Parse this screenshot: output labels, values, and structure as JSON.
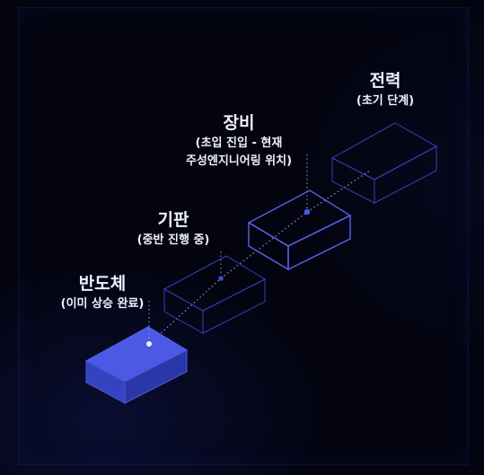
{
  "colors": {
    "background": "#03040f",
    "box_stroke": "#3a47c8",
    "box_fill_active_top": "#4c5ae6",
    "box_fill_active_side": "#3846c4",
    "connector": "#8e96d8",
    "text": "#eef0ff"
  },
  "stages": [
    {
      "title": "반도체",
      "subtitle_lines": [
        "(이미 상승 완료)"
      ],
      "active": true
    },
    {
      "title": "기판",
      "subtitle_lines": [
        "(중반 진행 중)"
      ],
      "active": false
    },
    {
      "title": "장비",
      "subtitle_lines": [
        "(초입 진입 - 현재",
        "주성엔지니어링 위치)"
      ],
      "active": false
    },
    {
      "title": "전력",
      "subtitle_lines": [
        "(초기 단계)"
      ],
      "active": false
    }
  ]
}
